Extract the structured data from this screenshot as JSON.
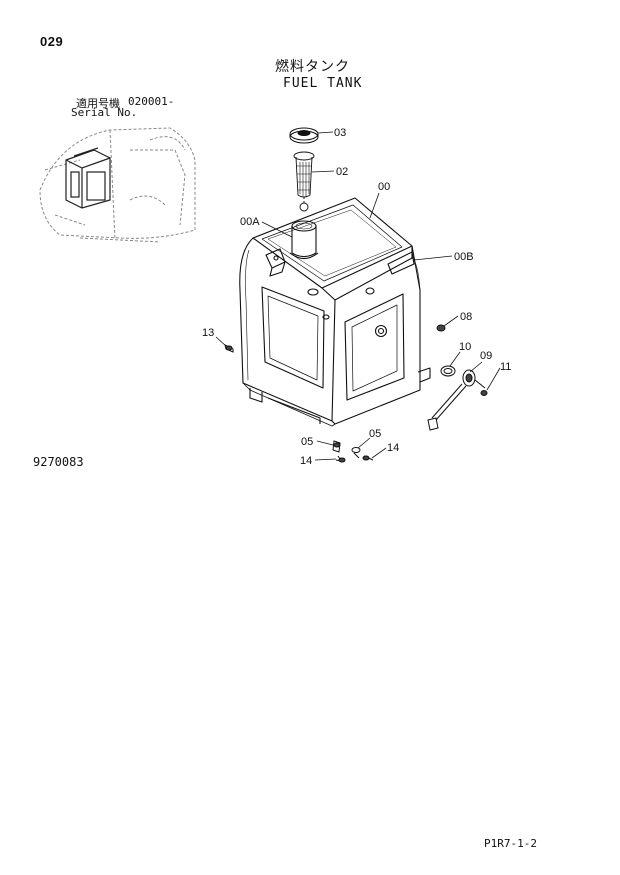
{
  "page": {
    "number": "029",
    "figure_id": "9270083",
    "footer_code": "P1R7-1-2"
  },
  "title": {
    "ja": "燃料タンク",
    "en": "FUEL TANK"
  },
  "serial": {
    "label_ja": "適用号機",
    "code": "020001-",
    "label_en": "Serial No."
  },
  "callouts": {
    "c03": "03",
    "c02": "02",
    "c00": "00",
    "c00A": "00A",
    "c00B": "00B",
    "c08": "08",
    "c13": "13",
    "c10": "10",
    "c09": "09",
    "c11": "11",
    "c05a": "05",
    "c05b": "05",
    "c14a": "14",
    "c14b": "14"
  }
}
